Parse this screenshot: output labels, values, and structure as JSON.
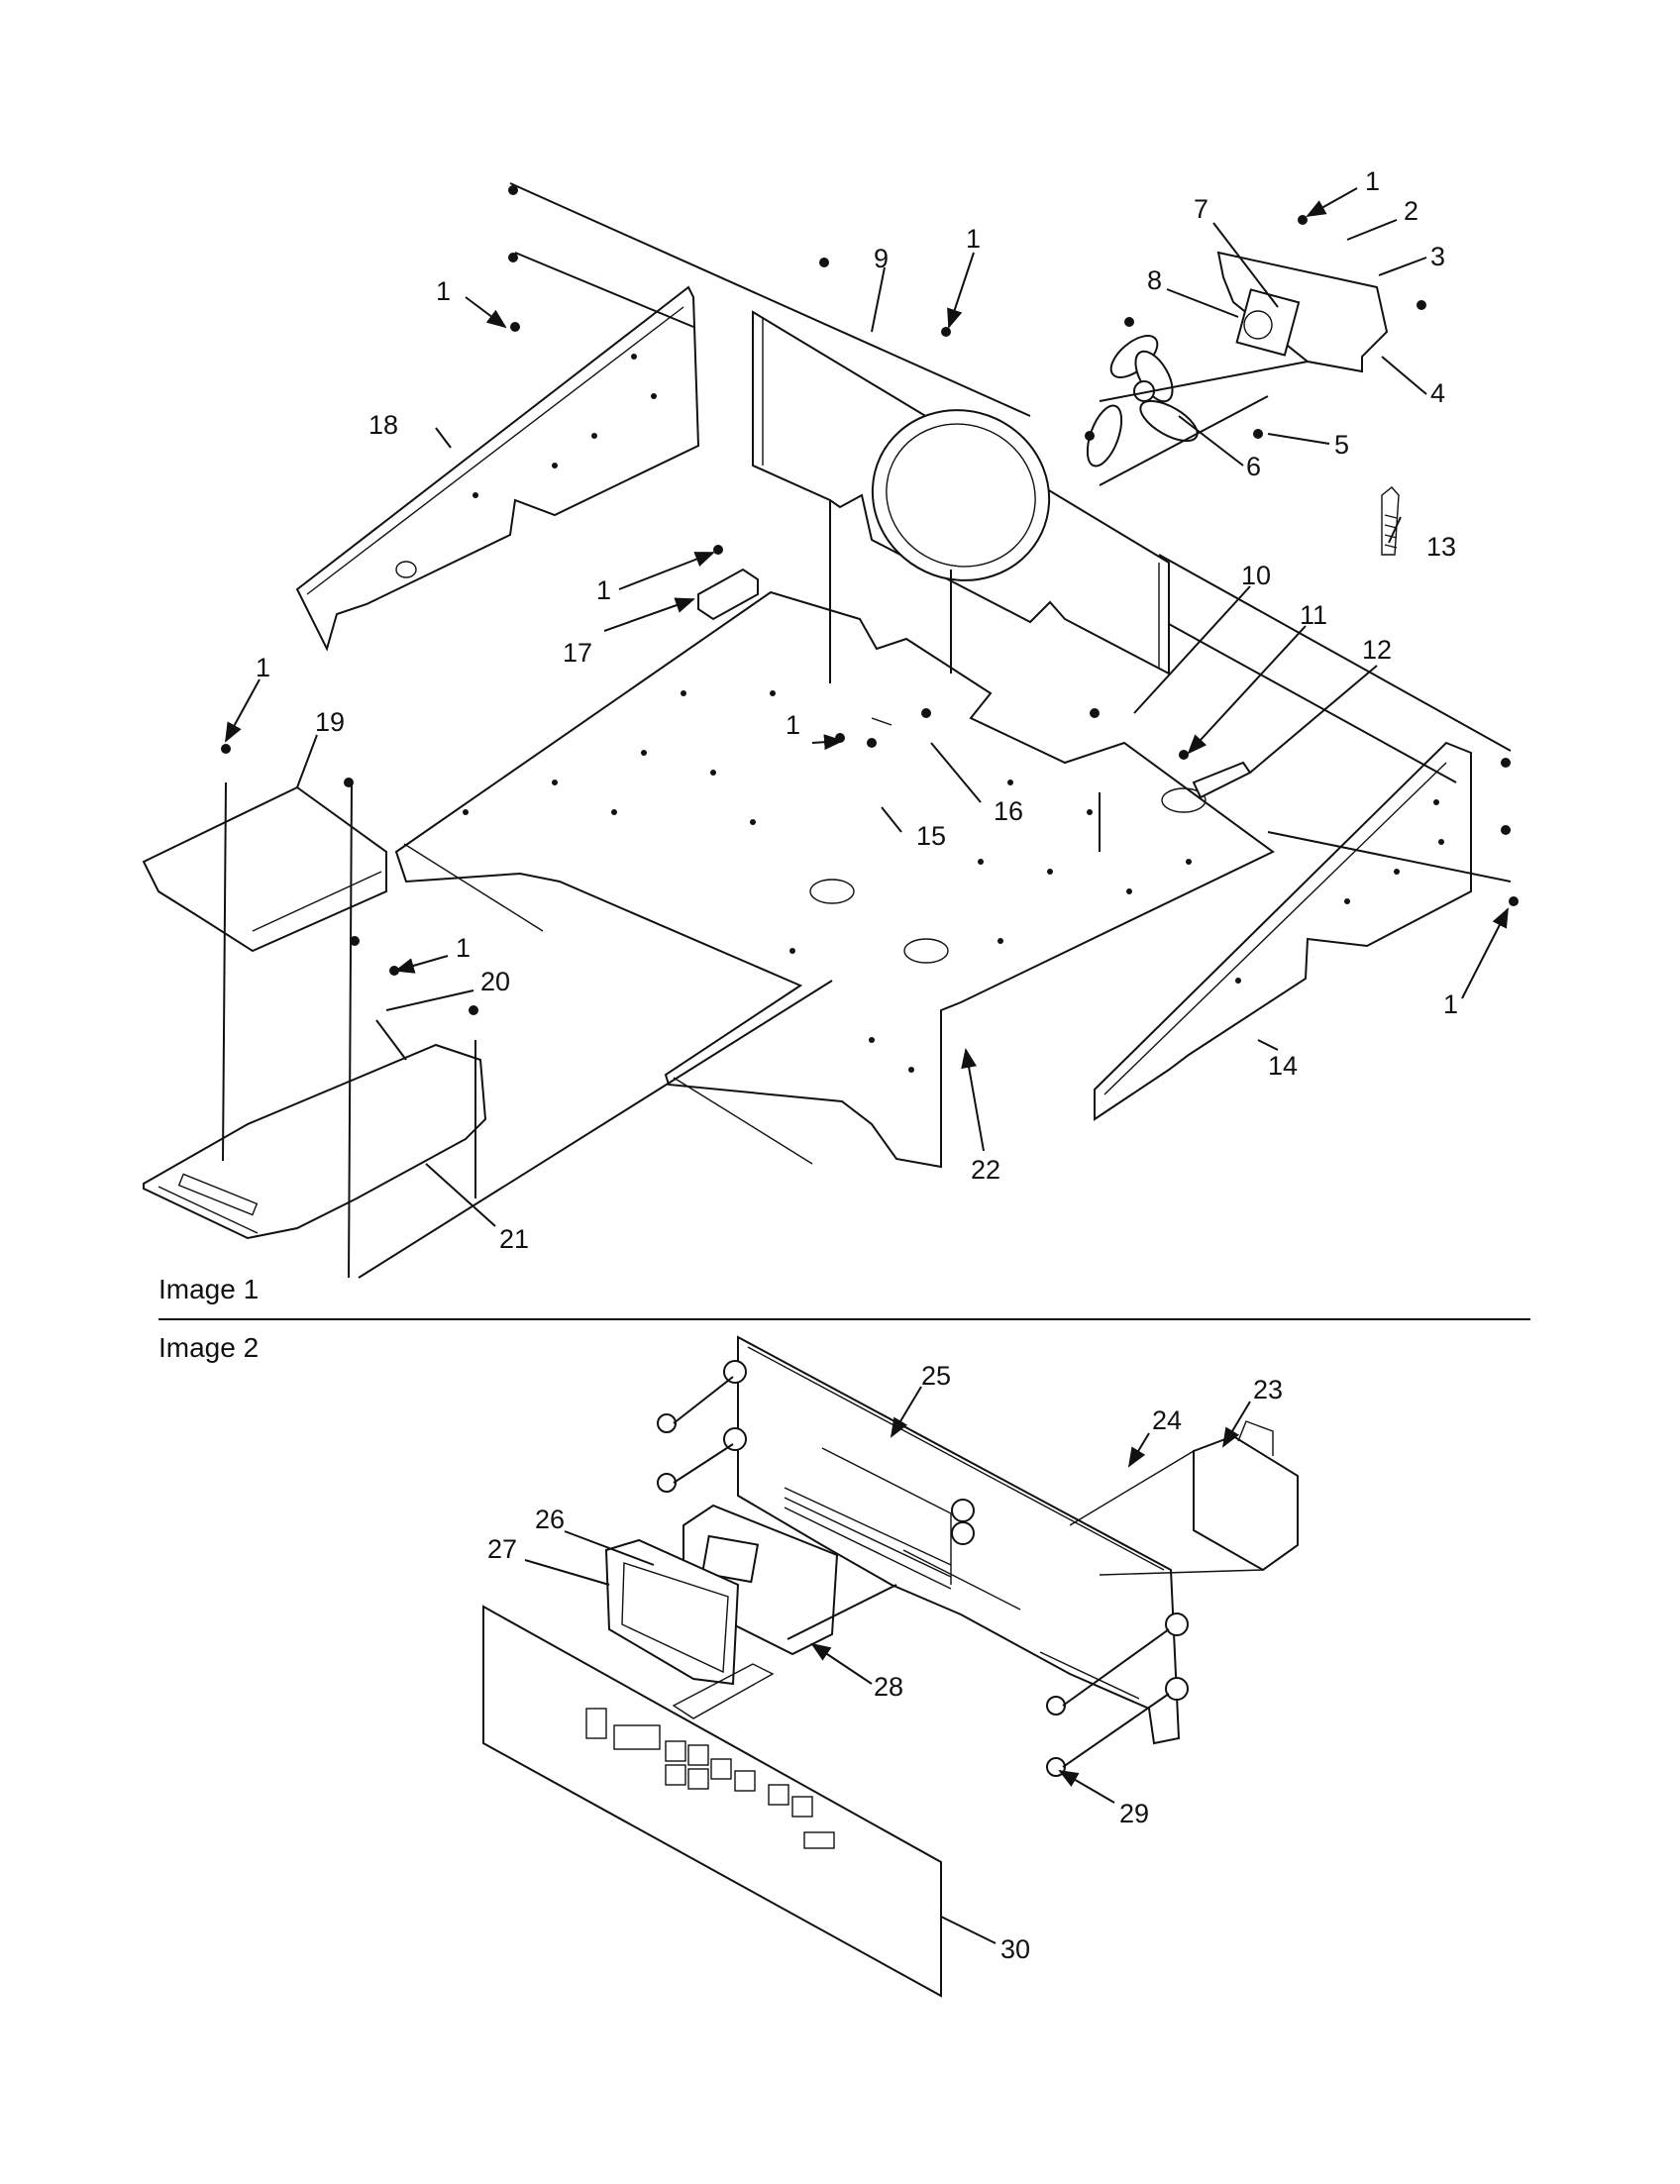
{
  "sections": {
    "image1_label": "Image 1",
    "image2_label": "Image 2"
  },
  "callouts": [
    "1",
    "2",
    "3",
    "4",
    "5",
    "6",
    "7",
    "8",
    "9",
    "10",
    "11",
    "12",
    "13",
    "14",
    "15",
    "16",
    "17",
    "18",
    "19",
    "20",
    "21",
    "22",
    "23",
    "24",
    "25",
    "26",
    "27",
    "28",
    "29",
    "30"
  ]
}
